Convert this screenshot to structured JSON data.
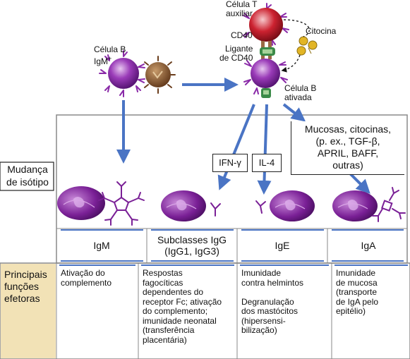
{
  "top": {
    "b_cell_label": "Célula B",
    "igm_plus_label": "IgM",
    "igm_plus_sup": "+",
    "helper_t_label": "Célula T\nauxiliar",
    "cd40_label": "CD40",
    "cd40_ligand_label": "Ligante\nde CD40",
    "cytokine_label": "Citocina",
    "activated_b_label": "Célula B\nativada"
  },
  "middle": {
    "isotype_switch_label": "Mudança\nde isótipo",
    "ifn_label": "IFN-γ",
    "il4_label": "IL-4",
    "mucosa_label": "Mucosas, citocinas,\n(p. ex., TGF-β,\nAPRIL, BAFF,\noutras)"
  },
  "columns": [
    {
      "head": "IgM",
      "functions": "Ativação do\ncomplemento"
    },
    {
      "head": "Subclasses IgG\n(IgG1, IgG3)",
      "functions": "Respostas\nfagocíticas\ndependentes do\nreceptor Fc; ativação\ndo complemento;\nimunidade neonatal\n(transferência\nplacentária)"
    },
    {
      "head": "IgE",
      "functions": "Imunidade\ncontra helmintos\n\nDegranulação\ndos mastócitos\n(hipersensi-\nbilização)"
    },
    {
      "head": "IgA",
      "functions": "Imunidade\nde mucosa\n(transporte\nde IgA pelo\nepitélio)"
    }
  ],
  "table": {
    "row_header": "Principais\nfunções\nefetoras"
  },
  "colors": {
    "arrow_blue": "#4a74c4",
    "b_cell_purple": "#8a2aa8",
    "t_cell_red": "#cc2230",
    "cytokine_gold": "#e2b526",
    "header_tan": "#f2e2b6",
    "panel_gray": "#8a8a8a"
  }
}
